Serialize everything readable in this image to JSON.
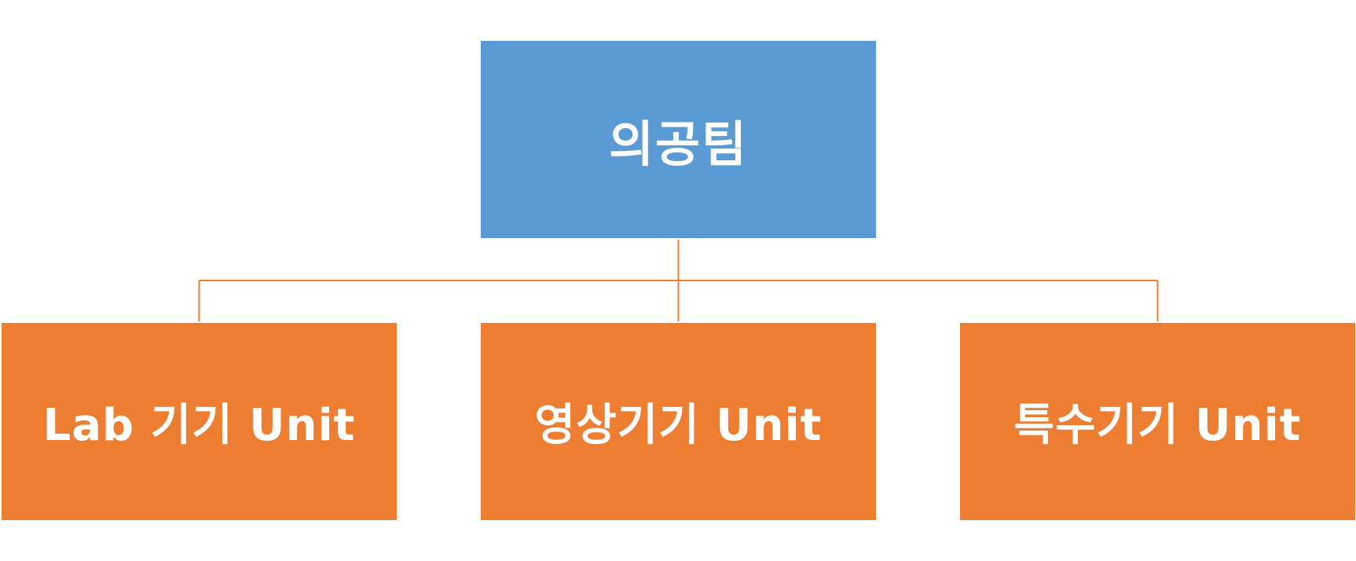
{
  "colors": {
    "root_fill": "#5B9BD5",
    "child_fill": "#ED7D31",
    "connector": "#ED7D31",
    "text": "#FFFFFF"
  },
  "root": {
    "label": "의공팀"
  },
  "children": [
    {
      "label": "Lab 기기 Unit"
    },
    {
      "label": "영상기기 Unit"
    },
    {
      "label": "특수기기 Unit"
    }
  ]
}
